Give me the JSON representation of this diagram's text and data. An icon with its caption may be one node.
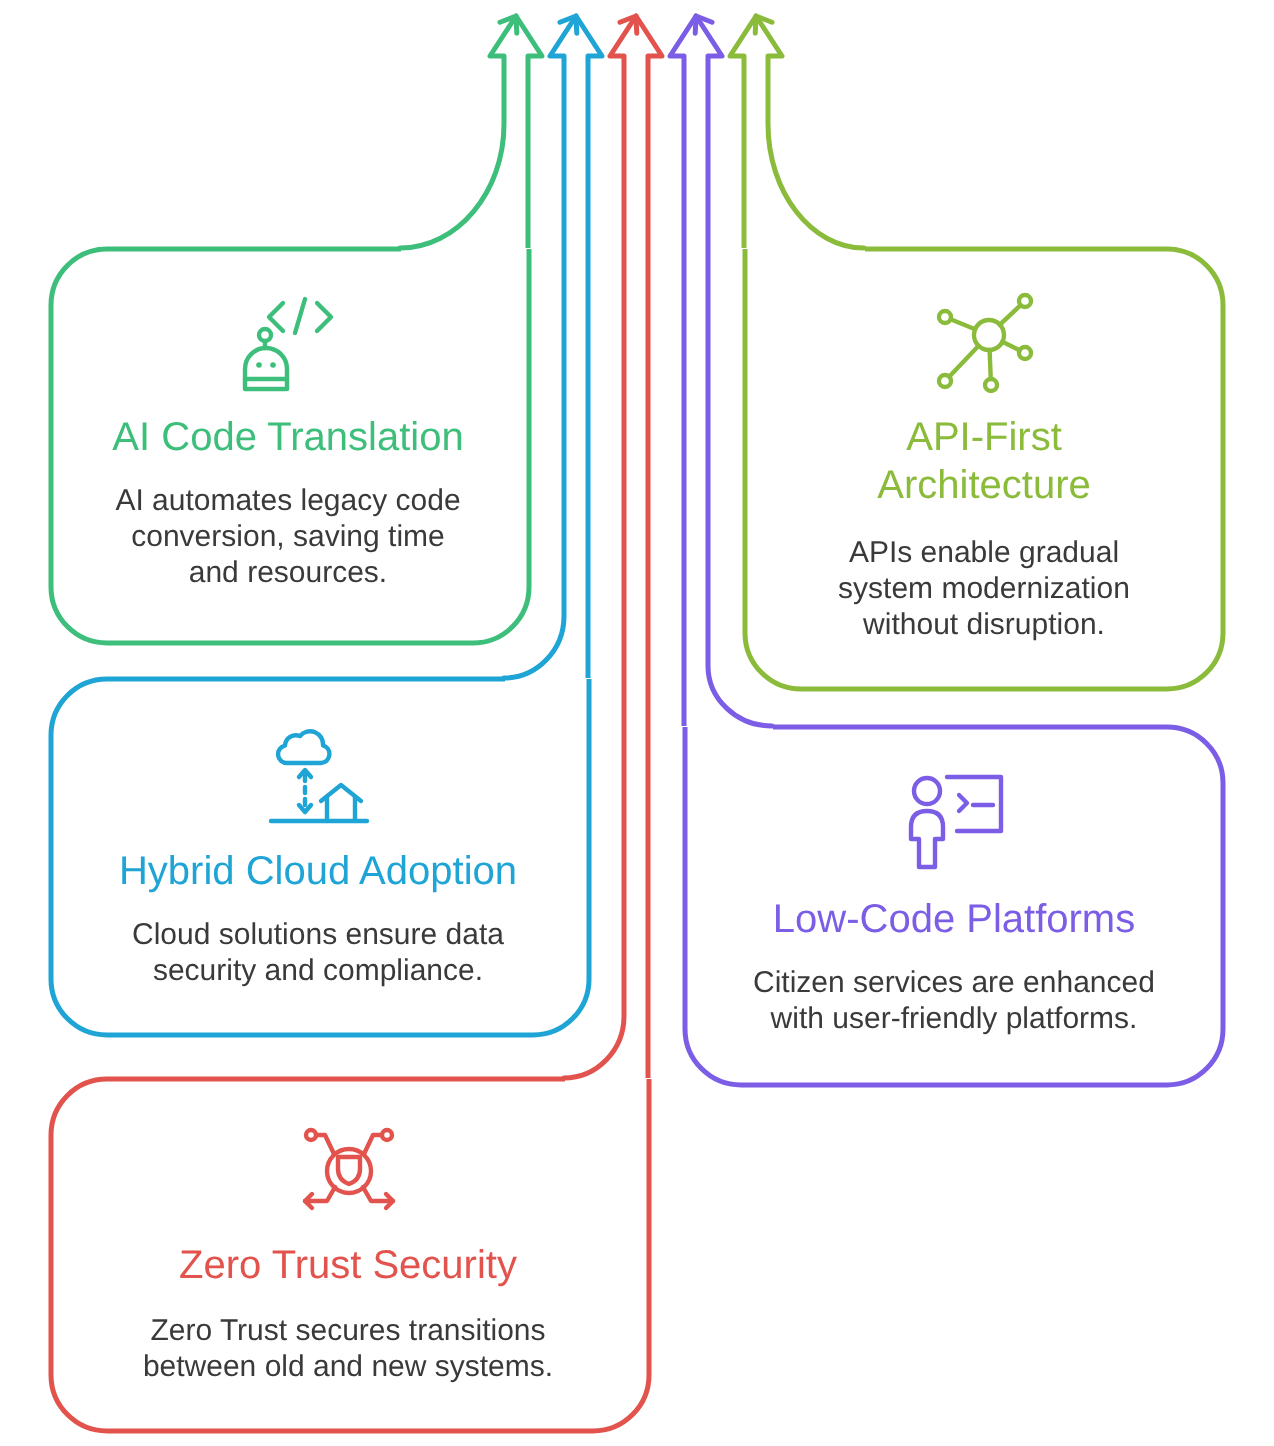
{
  "diagram": {
    "nodes": [
      {
        "text": [
          "AI Code Translation",
          "AI automates legacy code conversion, saving time and resources."
        ]
      },
      {
        "text": [
          "API-First Architecture",
          "APIs enable gradual system modernization without disruption."
        ]
      },
      {
        "text": [
          "Hybrid Cloud Adoption",
          "Cloud solutions ensure data security and compliance."
        ]
      },
      {
        "text": [
          "Low-Code Platforms",
          "Citizen services are enhanced with user-friendly platforms."
        ]
      },
      {
        "text": [
          "Zero Trust Security",
          "Zero Trust secures transitions between old and new systems."
        ]
      }
    ],
    "edges": [
      {
        "from": 0,
        "to": null,
        "arrow": "to",
        "color": "#3dbf7b"
      },
      {
        "from": 1,
        "to": null,
        "arrow": "to",
        "color": "#8bbb3b"
      },
      {
        "from": 2,
        "to": null,
        "arrow": "to",
        "color": "#1fa4d6"
      },
      {
        "from": 3,
        "to": null,
        "arrow": "to",
        "color": "#7b5de6"
      },
      {
        "from": 4,
        "to": null,
        "arrow": "to",
        "color": "#e2534d"
      }
    ]
  }
}
